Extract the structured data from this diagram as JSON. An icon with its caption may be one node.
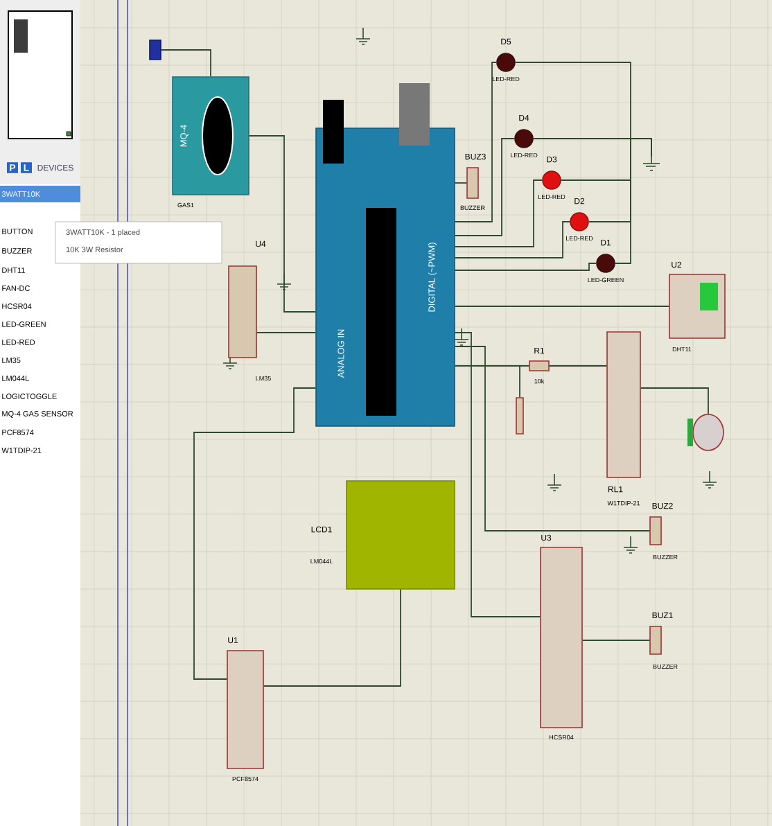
{
  "diagram": {
    "nodes": [
      {
        "text": [
          "MQ-4"
        ],
        "beside": [
          "GAS1"
        ]
      },
      {
        "text": [],
        "shape": "box"
      },
      {
        "text": [
          "DIGITAL (~PWM)",
          "ANALOG IN"
        ]
      },
      {
        "text": [
          "U4"
        ],
        "beside": [
          "LM35"
        ]
      },
      {
        "text": [
          "BUZ3"
        ],
        "beside": [
          "BUZZER"
        ]
      },
      {
        "text": [
          "D5"
        ],
        "beside": [
          "LED-RED"
        ]
      },
      {
        "text": [
          "D4"
        ],
        "beside": [
          "LED-RED"
        ]
      },
      {
        "text": [
          "D3"
        ],
        "beside": [
          "LED-RED"
        ]
      },
      {
        "text": [
          "D2"
        ],
        "beside": [
          "LED-RED"
        ]
      },
      {
        "text": [
          "D1"
        ],
        "beside": [
          "LED-GREEN"
        ]
      },
      {
        "text": [
          "U2"
        ],
        "beside": [
          "DHT11"
        ]
      },
      {
        "text": [
          "R1"
        ],
        "beside": [
          "10k"
        ]
      },
      {
        "text": [],
        "shape": "box"
      },
      {
        "text": [
          "RL1"
        ],
        "beside": [
          "W1TDIP-21"
        ]
      },
      {
        "text": [],
        "shape": "circle"
      },
      {
        "text": [
          "LCD1"
        ],
        "beside": [
          "LM044L"
        ]
      },
      {
        "text": [
          "U1"
        ],
        "beside": [
          "PCF8574"
        ]
      },
      {
        "text": [
          "U3"
        ],
        "beside": [
          "HCSR04"
        ]
      },
      {
        "text": [
          "BUZ2"
        ],
        "beside": [
          "BUZZER"
        ]
      },
      {
        "text": [
          "BUZ1"
        ],
        "beside": [
          "BUZZER"
        ]
      },
      {
        "text": [],
        "shape": "ground"
      }
    ],
    "edges": [
      {
        "from": 1,
        "to": 0,
        "arrow": "none"
      },
      {
        "from": 0,
        "to": 2,
        "arrow": "none"
      },
      {
        "from": 3,
        "to": 2,
        "arrow": "none"
      },
      {
        "from": 4,
        "to": 2,
        "arrow": "none"
      },
      {
        "from": 5,
        "to": 2,
        "arrow": "none"
      },
      {
        "from": 6,
        "to": 2,
        "arrow": "none"
      },
      {
        "from": 7,
        "to": 2,
        "arrow": "none"
      },
      {
        "from": 8,
        "to": 2,
        "arrow": "none"
      },
      {
        "from": 9,
        "to": 2,
        "arrow": "none"
      },
      {
        "from": 10,
        "to": 2,
        "arrow": "none"
      },
      {
        "from": 11,
        "to": 2,
        "arrow": "none"
      },
      {
        "from": 12,
        "to": 11,
        "arrow": "none"
      },
      {
        "from": 11,
        "to": 13,
        "arrow": "none"
      },
      {
        "from": 14,
        "to": 13,
        "arrow": "none"
      },
      {
        "from": 16,
        "to": 2,
        "arrow": "none"
      },
      {
        "from": 16,
        "to": 15,
        "arrow": "none"
      },
      {
        "from": 17,
        "to": 2,
        "arrow": "none"
      },
      {
        "from": 18,
        "to": 2,
        "arrow": "none"
      },
      {
        "from": 19,
        "to": 17,
        "arrow": "none"
      },
      {
        "from": 5,
        "to": 20,
        "arrow": "none"
      },
      {
        "from": 6,
        "to": 20,
        "arrow": "none"
      },
      {
        "from": 7,
        "to": 20,
        "arrow": "none"
      },
      {
        "from": 8,
        "to": 20,
        "arrow": "none"
      },
      {
        "from": 9,
        "to": 20,
        "arrow": "none"
      }
    ],
    "labels": [
      "P",
      "L",
      "DEVICES",
      "3WATT10K",
      "BUTTON",
      "BUZZER",
      "DHT11",
      "FAN-DC",
      "HCSR04",
      "LED-GREEN",
      "LED-RED",
      "LM35",
      "LM044L",
      "LOGICTOGGLE",
      "MQ-4 GAS SENSOR",
      "PCF8574",
      "W1TDIP-21",
      "3WATT10K - 1 placed",
      "10K 3W Resistor"
    ]
  }
}
